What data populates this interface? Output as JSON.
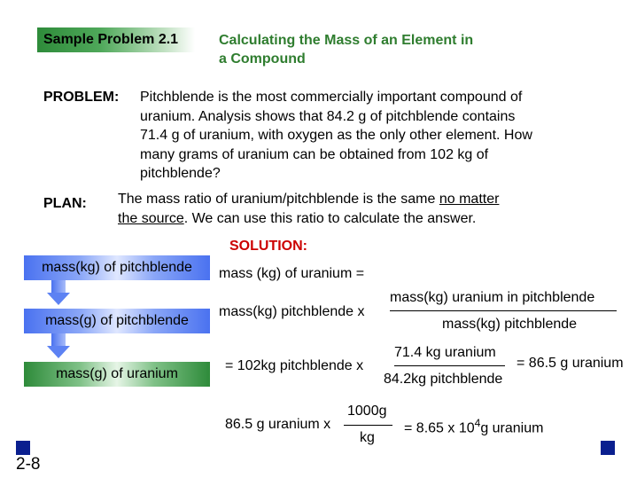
{
  "header": {
    "badge": "Sample Problem 2.1",
    "title_line1": "Calculating the Mass of an Element in",
    "title_line2": "a Compound"
  },
  "problem": {
    "label": "PROBLEM:",
    "lines": [
      "Pitchblende is the most commercially important compound of",
      "uranium.  Analysis shows that 84.2 g of pitchblende contains",
      "71.4 g of uranium, with oxygen as the only other element.  How",
      "many grams of uranium can be obtained from 102 kg of",
      "pitchblende?"
    ]
  },
  "plan": {
    "label": "PLAN:",
    "line1_a": "The mass ratio of uranium/pitchblende is the same ",
    "line1_u": "no matter",
    "line2_u": "the source",
    "line2_b": ".  We can use this ratio to calculate the answer."
  },
  "solution": {
    "label": "SOLUTION:",
    "eq1": "mass (kg) of uranium =",
    "eq2_left": "mass(kg) pitchblende x",
    "eq2_num": "mass(kg) uranium in pitchblende",
    "eq2_den": "mass(kg) pitchblende",
    "eq3_left": "= 102kg pitchblende x",
    "eq3_num": "71.4 kg uranium",
    "eq3_den": "84.2kg pitchblende",
    "eq3_right": "= 86.5 g uranium",
    "eq4_left": "86.5 g uranium x",
    "eq4_num": "1000g",
    "eq4_den": "kg",
    "eq4_right_a": "= 8.65 x 10",
    "eq4_exp": "4",
    "eq4_right_b": "g uranium"
  },
  "flow": {
    "box1": "mass(kg) of pitchblende",
    "box2": "mass(g) of pitchblende",
    "box3": "mass(g) of uranium"
  },
  "colors": {
    "title_green": "#2f7d2f",
    "solution_red": "#cc0000",
    "nav_square": "#0a1f8f"
  },
  "footer": {
    "page": "2-8"
  }
}
